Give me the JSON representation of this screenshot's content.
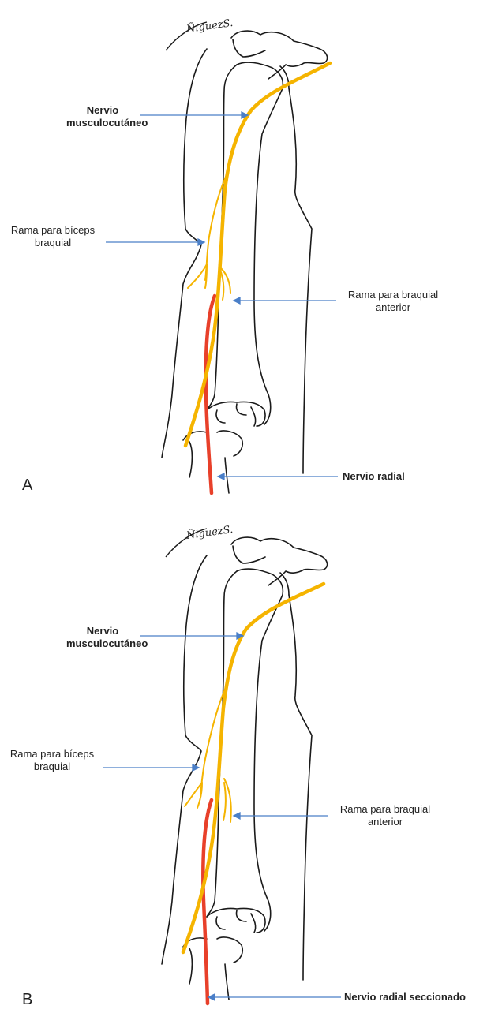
{
  "panels": [
    {
      "letter": "A",
      "signature": "ÑiguezS.",
      "labels": {
        "musculocutaneous": [
          "Nervio",
          "musculocutáneo"
        ],
        "biceps_branch": [
          "Rama para bíceps",
          "braquial"
        ],
        "brachialis_branch": [
          "Rama para braquial",
          "anterior"
        ],
        "radial": "Nervio radial"
      }
    },
    {
      "letter": "B",
      "signature": "ÑiguezS.",
      "labels": {
        "musculocutaneous": [
          "Nervio",
          "musculocutáneo"
        ],
        "biceps_branch": [
          "Rama para bíceps",
          "braquial"
        ],
        "brachialis_branch": [
          "Rama para braquial",
          "anterior"
        ],
        "radial": "Nervio radial seccionado"
      }
    }
  ],
  "colors": {
    "musculocutaneous_nerve": "#f5b400",
    "radial_nerve": "#e8402a",
    "arrow": "#4a7fc8",
    "outline": "#1a1a1a"
  }
}
